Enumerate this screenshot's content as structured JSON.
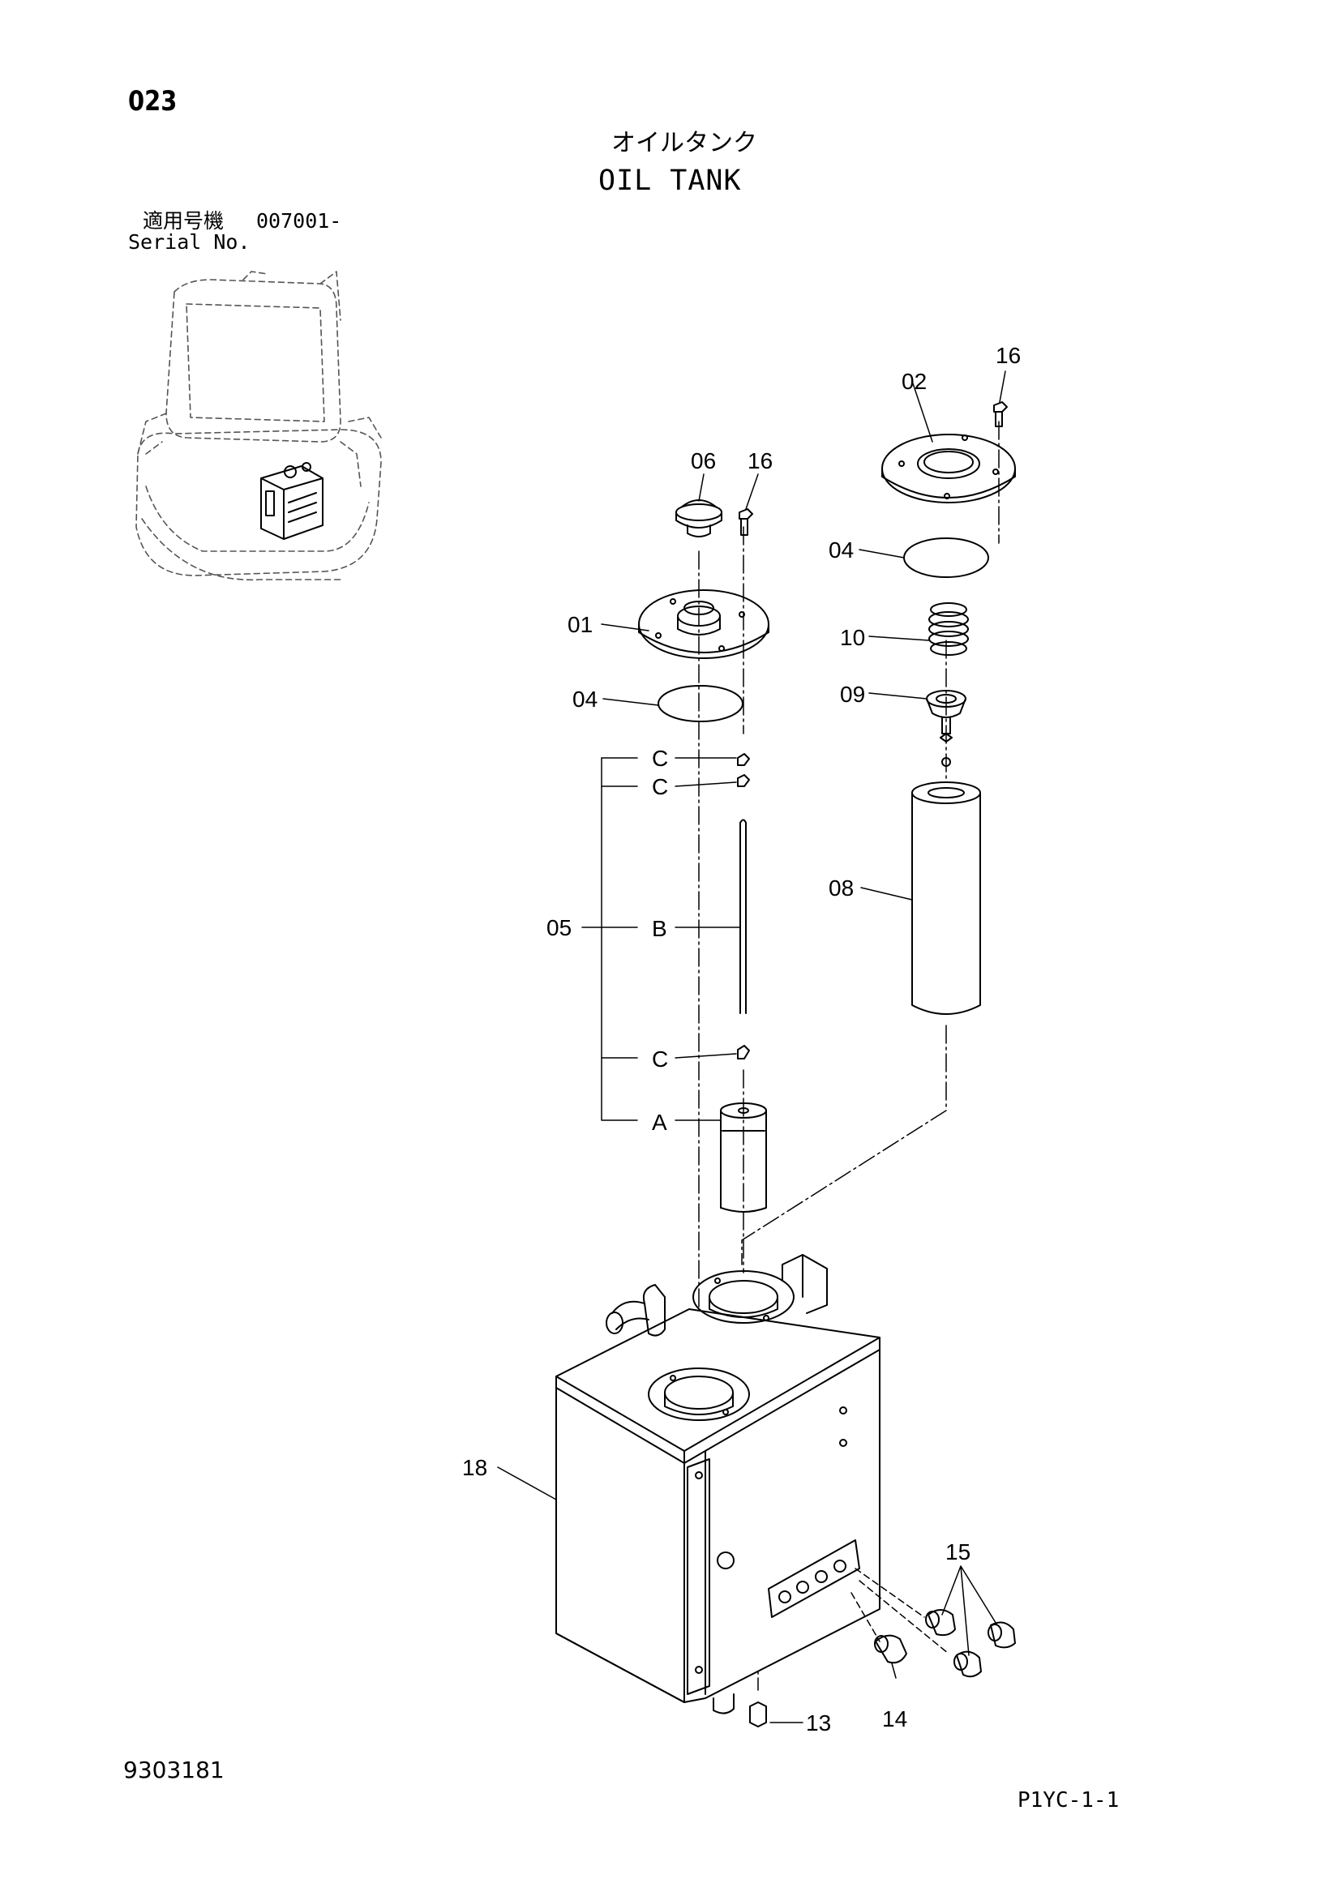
{
  "header": {
    "page_number": "023",
    "title_ja": "オイルタンク",
    "title_en": "OIL TANK",
    "serial_label_ja": "適用号機",
    "serial_value": "007001-",
    "serial_label_en": "Serial No."
  },
  "footer": {
    "document_number": "9303181",
    "page_code": "P1YC-1-1"
  },
  "callouts": {
    "c01": "01",
    "c02": "02",
    "c04a": "04",
    "c04b": "04",
    "c05": "05",
    "c06": "06",
    "c08": "08",
    "c09": "09",
    "c10": "10",
    "c13": "13",
    "c14": "14",
    "c15": "15",
    "c16a": "16",
    "c16b": "16",
    "c18": "18",
    "A": "A",
    "B": "B",
    "C1": "C",
    "C2": "C",
    "C3": "C"
  }
}
